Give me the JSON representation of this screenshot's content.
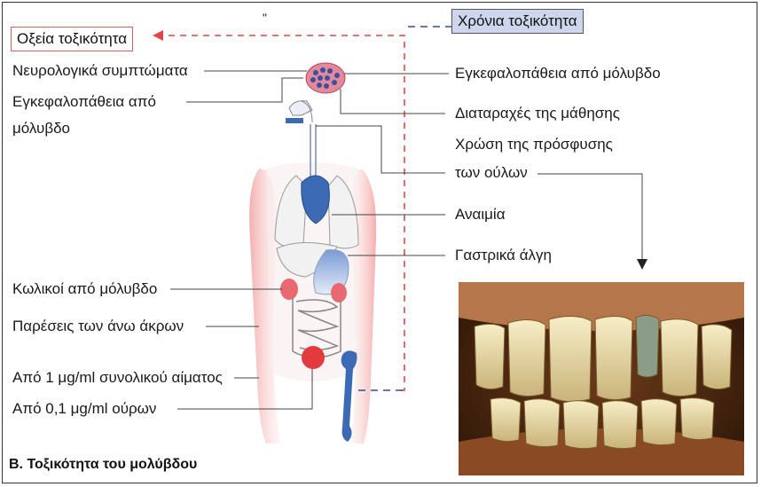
{
  "mark": "\"",
  "acute_title": "Οξεία τοξικότητα",
  "chronic_title": "Χρόνια τοξικότητα",
  "left_labels": {
    "neuro": "Νευρολογικά συμπτώματα",
    "enceph_line1": "Εγκεφαλοπάθεια από",
    "enceph_line2": "μόλυβδο",
    "colic": "Κωλικοί από μόλυβδο",
    "paresis": "Παρέσεις των άνω άκρων",
    "blood": "Από 1 μg/ml συνολικού αίματος",
    "urine": "Από 0,1 μg/ml ούρων"
  },
  "right_labels": {
    "enceph": "Εγκεφαλοπάθεια από μόλυβδο",
    "learning": "Διαταραχές της μάθησης",
    "gum_line1": "Χρώση της πρόσφυσης",
    "gum_line2": "των ούλων",
    "anemia": "Αναιμία",
    "gastric": "Γαστρικά άλγη"
  },
  "caption": "B. Τοξικότητα του μολύβδου",
  "colors": {
    "accent_red": "#e0464a",
    "organ_blue": "#3d6ab5",
    "chronic_box": "#cdd6ec",
    "dash_blue": "#34508a"
  }
}
